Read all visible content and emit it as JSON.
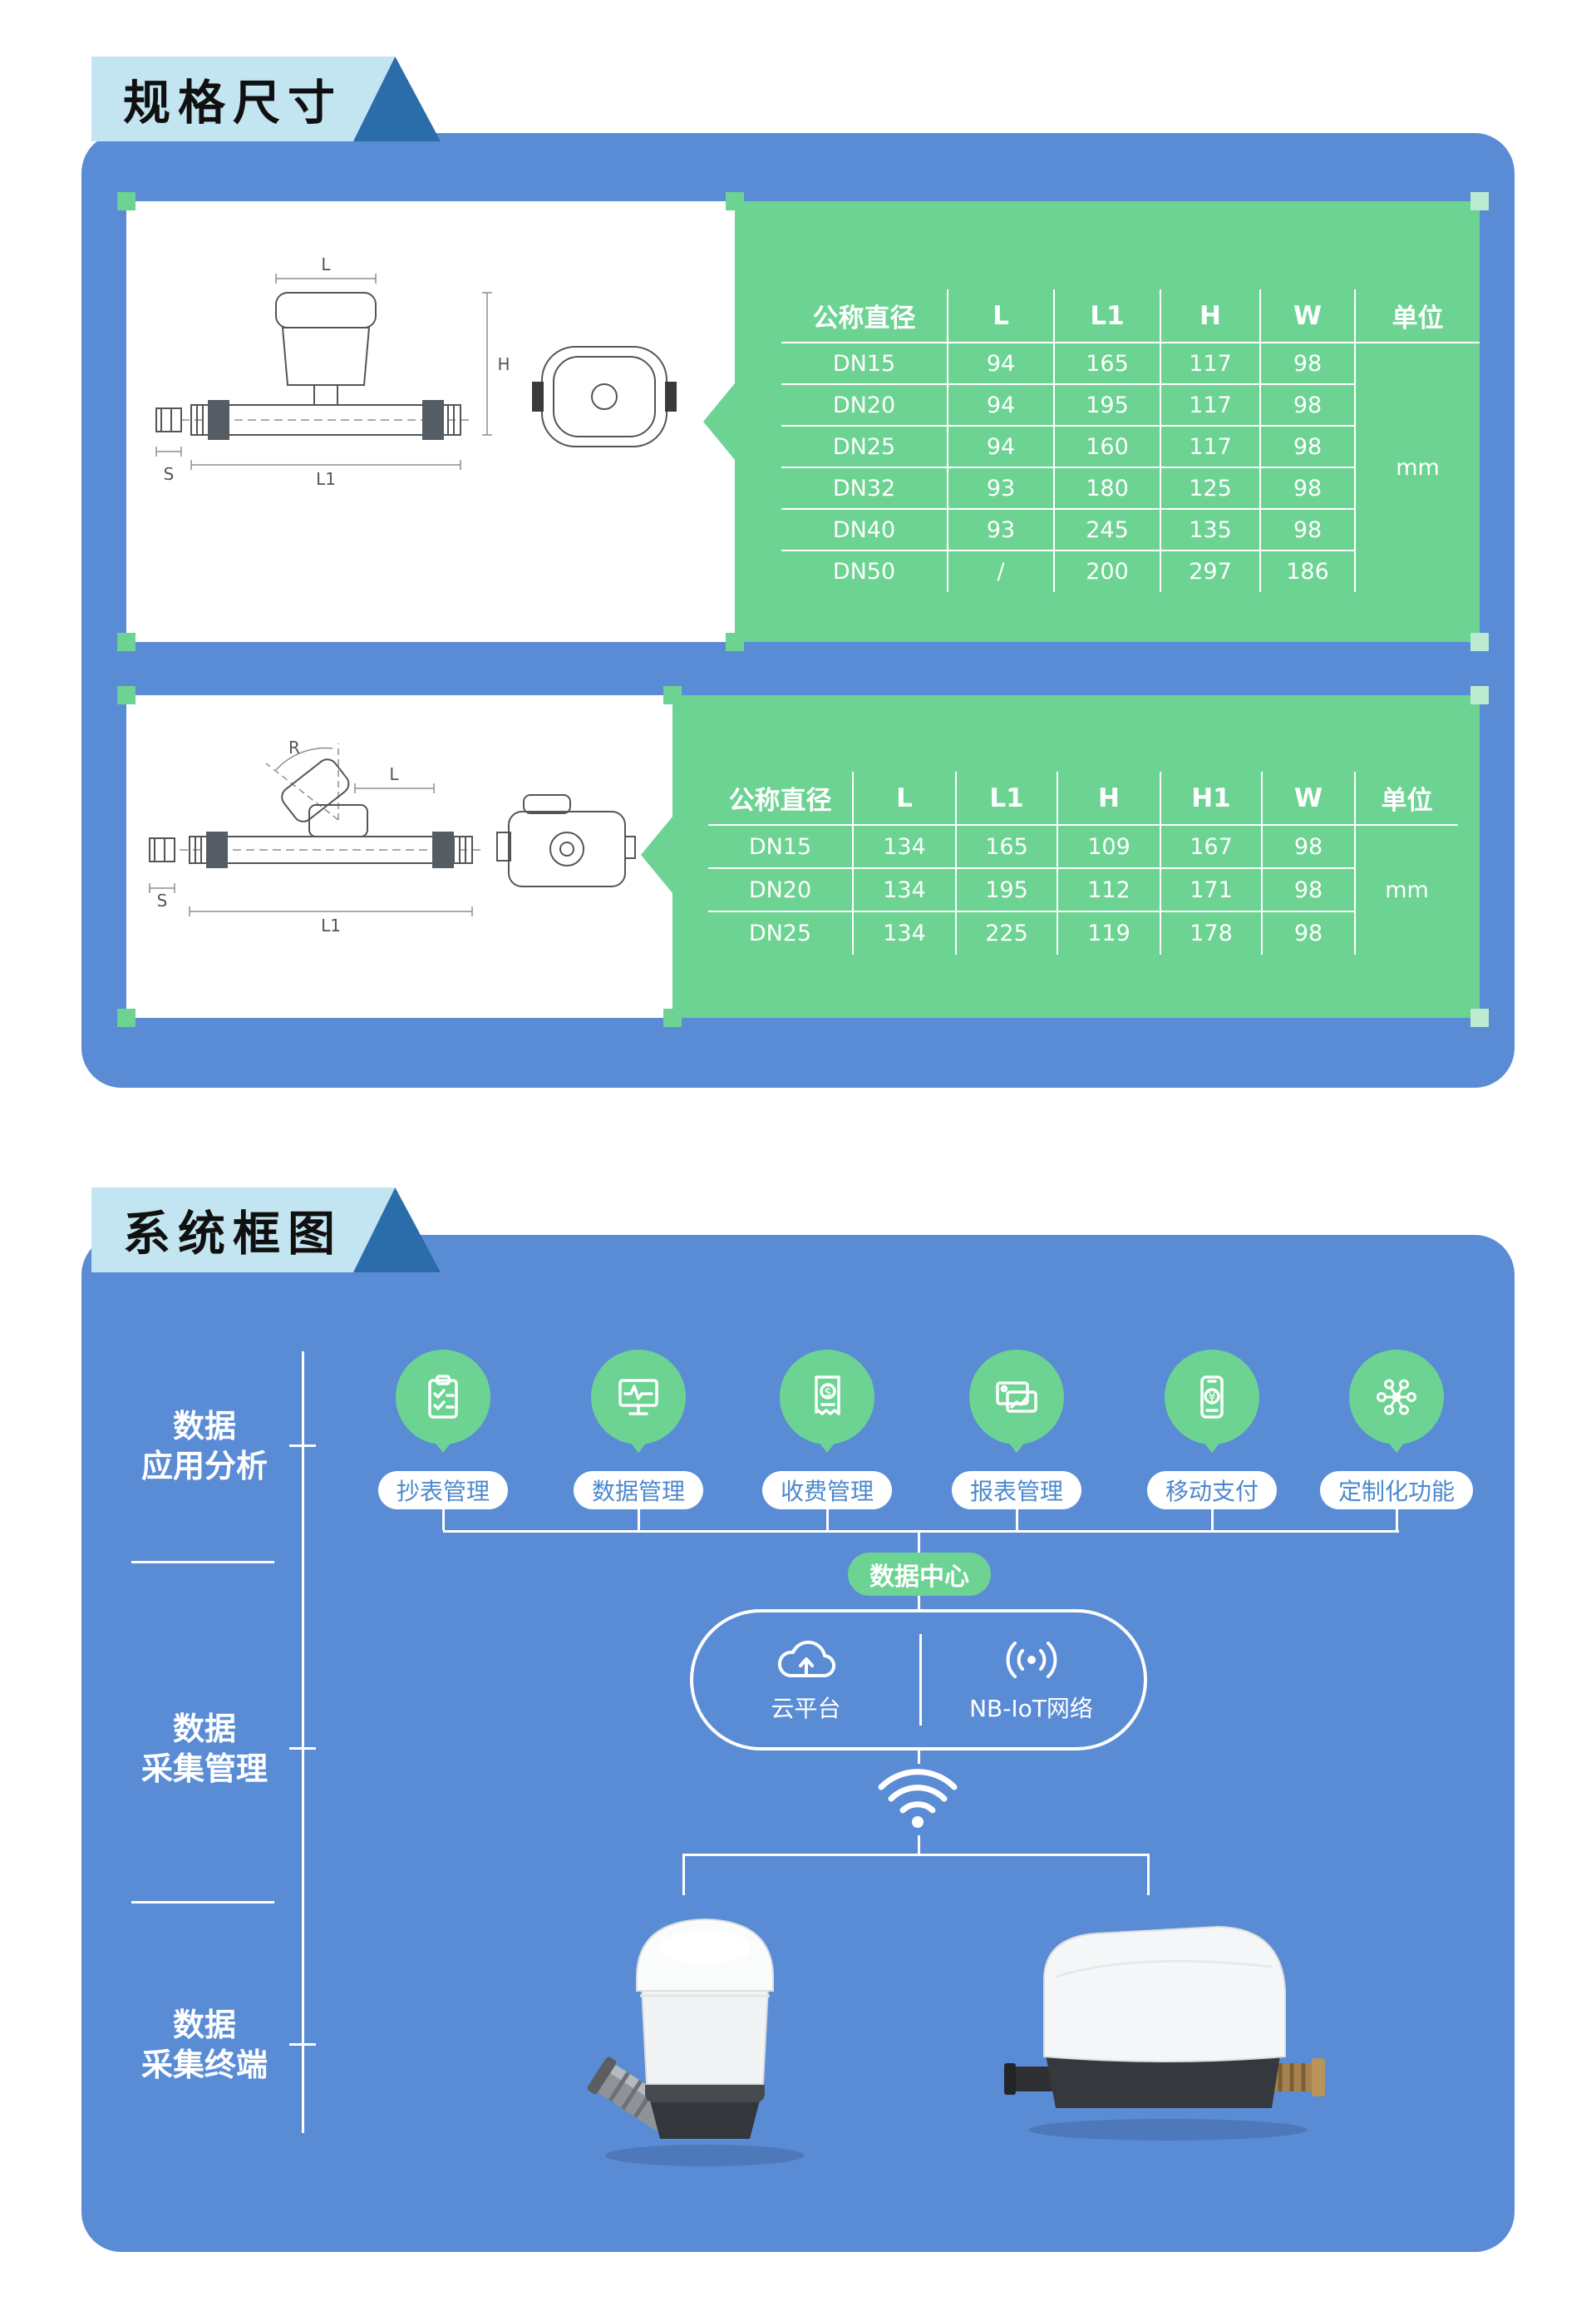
{
  "colors": {
    "panel_blue": "#5a8cd6",
    "green": "#6cd392",
    "badge_light": "#c3e5f1",
    "badge_dark": "#2b6cab",
    "pill_text_blue": "#4d89cc"
  },
  "section1": {
    "title": "规格尺寸",
    "table1": {
      "headers": [
        "公称直径",
        "L",
        "L1",
        "H",
        "W",
        "单位"
      ],
      "rows": [
        [
          "DN15",
          "94",
          "165",
          "117",
          "98"
        ],
        [
          "DN20",
          "94",
          "195",
          "117",
          "98"
        ],
        [
          "DN25",
          "94",
          "160",
          "117",
          "98"
        ],
        [
          "DN32",
          "93",
          "180",
          "125",
          "98"
        ],
        [
          "DN40",
          "93",
          "245",
          "135",
          "98"
        ],
        [
          "DN50",
          "/",
          "200",
          "297",
          "186"
        ]
      ],
      "unit": "mm"
    },
    "table2": {
      "headers": [
        "公称直径",
        "L",
        "L1",
        "H",
        "H1",
        "W",
        "单位"
      ],
      "rows": [
        [
          "DN15",
          "134",
          "165",
          "109",
          "167",
          "98"
        ],
        [
          "DN20",
          "134",
          "195",
          "112",
          "171",
          "98"
        ],
        [
          "DN25",
          "134",
          "225",
          "119",
          "178",
          "98"
        ]
      ],
      "unit": "mm"
    },
    "drawing1_dims": {
      "L": "L",
      "L1": "L1",
      "H": "H",
      "S": "S"
    },
    "drawing2_dims": {
      "R": "R",
      "L": "L",
      "L1": "L1",
      "S": "S"
    }
  },
  "section2": {
    "title": "系统框图",
    "side_labels": [
      {
        "line1": "数据",
        "line2": "应用分析"
      },
      {
        "line1": "数据",
        "line2": "采集管理"
      },
      {
        "line1": "数据",
        "line2": "采集终端"
      }
    ],
    "apps": [
      {
        "label": "抄表管理"
      },
      {
        "label": "数据管理"
      },
      {
        "label": "收费管理"
      },
      {
        "label": "报表管理"
      },
      {
        "label": "移动支付"
      },
      {
        "label": "定制化功能"
      }
    ],
    "data_center": "数据中心",
    "cloud_label": "云平台",
    "nbiot_label": "NB-IoT网络"
  }
}
